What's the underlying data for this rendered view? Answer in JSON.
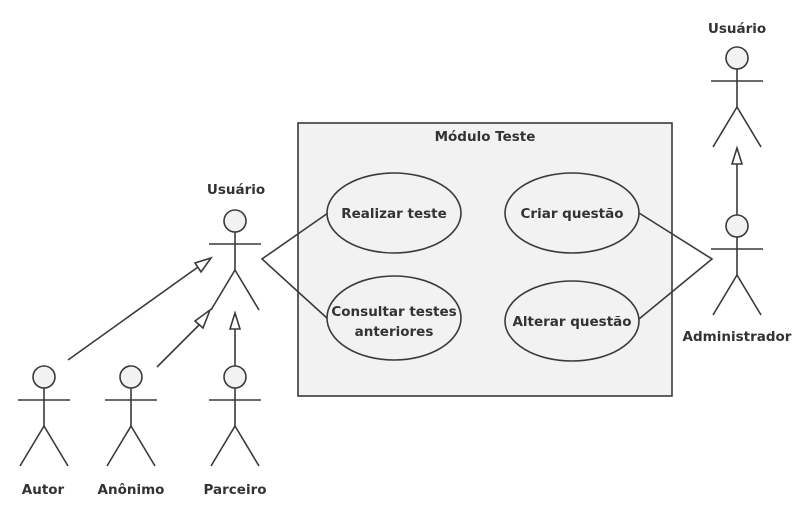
{
  "system": {
    "title": "Módulo Teste"
  },
  "use_cases": {
    "realizar": "Realizar teste",
    "consultar_1": "Consultar testes",
    "consultar_2": "anteriores",
    "criar": "Criar questão",
    "alterar": "Alterar questão"
  },
  "actors": {
    "usuario_left": "Usuário",
    "usuario_right": "Usuário",
    "administrador": "Administrador",
    "autor": "Autor",
    "anonimo": "Anônimo",
    "parceiro": "Parceiro"
  }
}
